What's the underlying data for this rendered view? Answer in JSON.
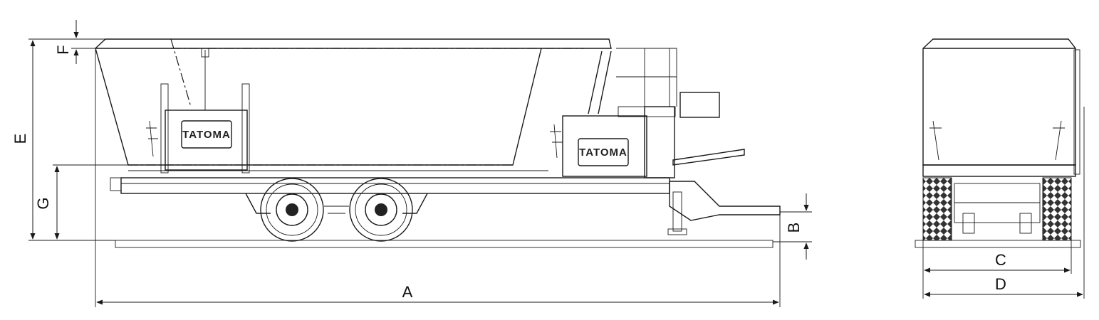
{
  "dimensions": {
    "a": "A",
    "b": "B",
    "c": "C",
    "d": "D",
    "e": "E",
    "f": "F",
    "g": "G"
  },
  "brand": {
    "side_logo_1": "TATOMA",
    "side_logo_2": "TATOMA"
  },
  "colors": {
    "line": "#1a1a1a",
    "background": "#ffffff"
  }
}
